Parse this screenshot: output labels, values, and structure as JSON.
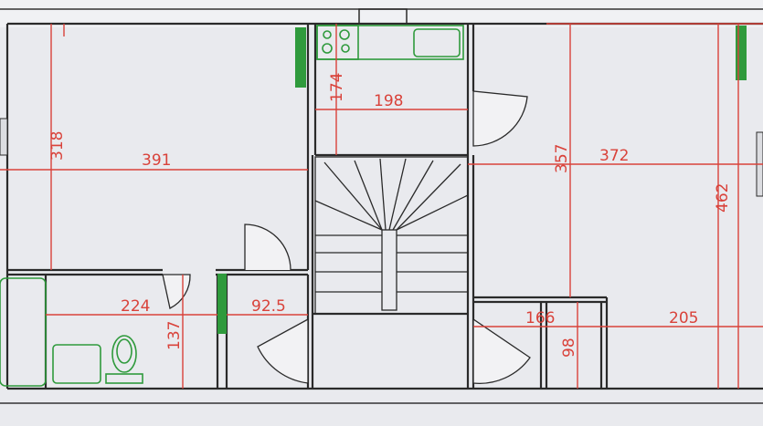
{
  "dimensions": {
    "room_left_height": "318",
    "room_left_width": "391",
    "kitchen_height": "174",
    "kitchen_width": "198",
    "room_right_height_inner": "357",
    "room_right_width": "372",
    "room_right_height_total": "462",
    "bath_width": "224",
    "bath_height": "137",
    "hall_width": "92.5",
    "closet_width": "166",
    "closet_height": "98",
    "right_bottom_width": "205"
  },
  "colors": {
    "dimension": "#d9423a",
    "fixture": "#2f9a3c",
    "wall": "#2a2a2a",
    "paper": "#e9eaee"
  },
  "icons": {
    "radiator": "radiator-icon",
    "stove": "stove-icon",
    "sink": "sink-icon",
    "bathtub": "bathtub-icon",
    "toilet": "toilet-icon",
    "staircase": "staircase-icon"
  }
}
